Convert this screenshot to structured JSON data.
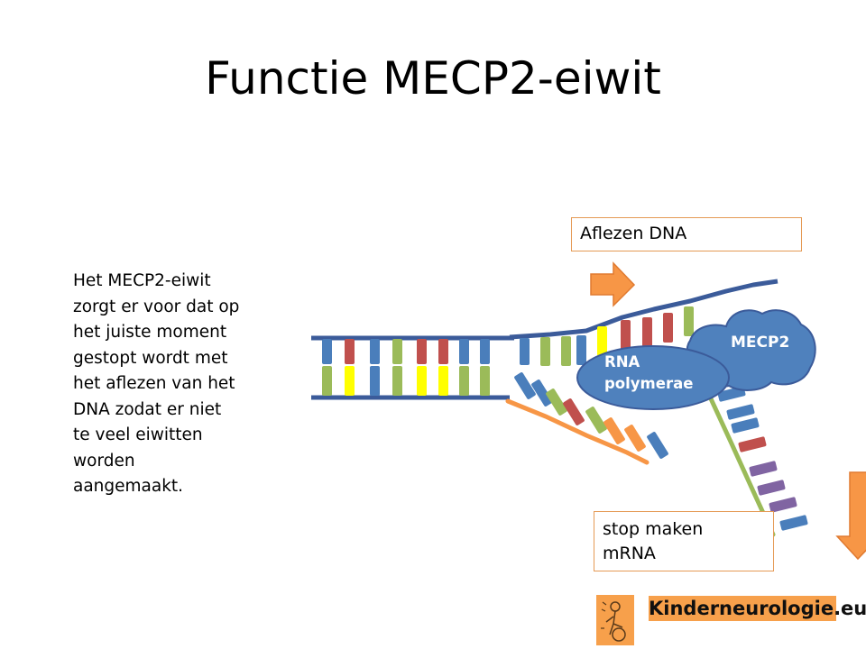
{
  "title": "Functie MECP2-eiwit",
  "description": "Het MECP2-eiwit\nzorgt er voor dat op\nhet juiste moment\ngestopt wordt met\nhet aflezen van het\nDNA zodat er niet\nte veel eiwitten\nworden\naangemaakt.",
  "labels": {
    "aflezen": "Aflezen DNA",
    "mecp2": "MECP2",
    "rna_line1": "RNA",
    "rna_line2": "polymerae",
    "stop_line1": "stop maken",
    "stop_line2": "mRNA"
  },
  "logo": {
    "text": "Kinderneurologie.eu"
  },
  "colors": {
    "backbone": "#3b5b9a",
    "blue_base": "#4a7ebb",
    "red_base": "#c0504d",
    "green_base": "#9bbb59",
    "yellow_base": "#ffff00",
    "orange_base": "#f79646",
    "purple_base": "#8064a2",
    "arrow": "#f79646",
    "box_border": "#e59a55"
  }
}
